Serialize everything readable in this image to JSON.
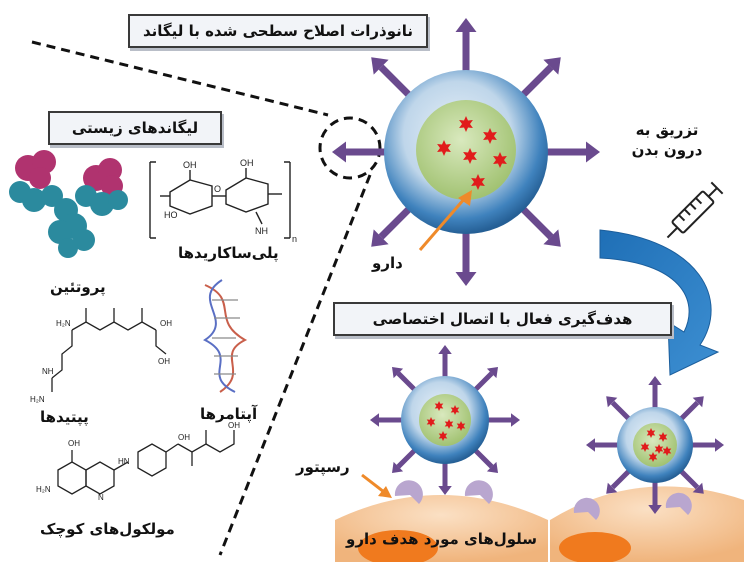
{
  "title_box": "نانوذرات اصلاح سطحی شده با لیگاند",
  "bio_box": "لیگاندهای زیستی",
  "targeting_box": "هدف‌گیری فعال با اتصال اختصاصی",
  "injection_label": "تزریق به درون بدن",
  "drug_label": "دارو",
  "receptor_label": "رسپتور",
  "cells_label": "سلول‌های مورد هدف دارو",
  "ligands": {
    "polysaccharides": "پلی‌ساکاریدها",
    "proteins": "پروتئین",
    "peptides": "پپتیدها",
    "aptamers": "آپتامرها",
    "small_molecules": "مولکول‌های کوچک"
  },
  "structure_text": {
    "polysac_n": "n",
    "polysac_oh": "OH",
    "polysac_ho": "HO",
    "polysac_o": "O",
    "polysac_nh": "NH",
    "peptide_h2n": "H₂N",
    "peptide_oh": "OH",
    "peptide_nh": "NH",
    "folate_oh": "OH",
    "folate_h2n": "H₂N",
    "folate_hn": "HN",
    "folate_n": "N"
  },
  "colors": {
    "arrow": "#6a4a8e",
    "particle_shell": "#3b82c4",
    "particle_core": "#a8c878",
    "drug_star": "#e11b1b",
    "blue_arrow": "#2f7fc4",
    "cell": "#f4c59a",
    "cell_nucleus": "#f07a1e",
    "receptor": "#b9a6cf",
    "drug_pointer": "#ef8a2a"
  }
}
